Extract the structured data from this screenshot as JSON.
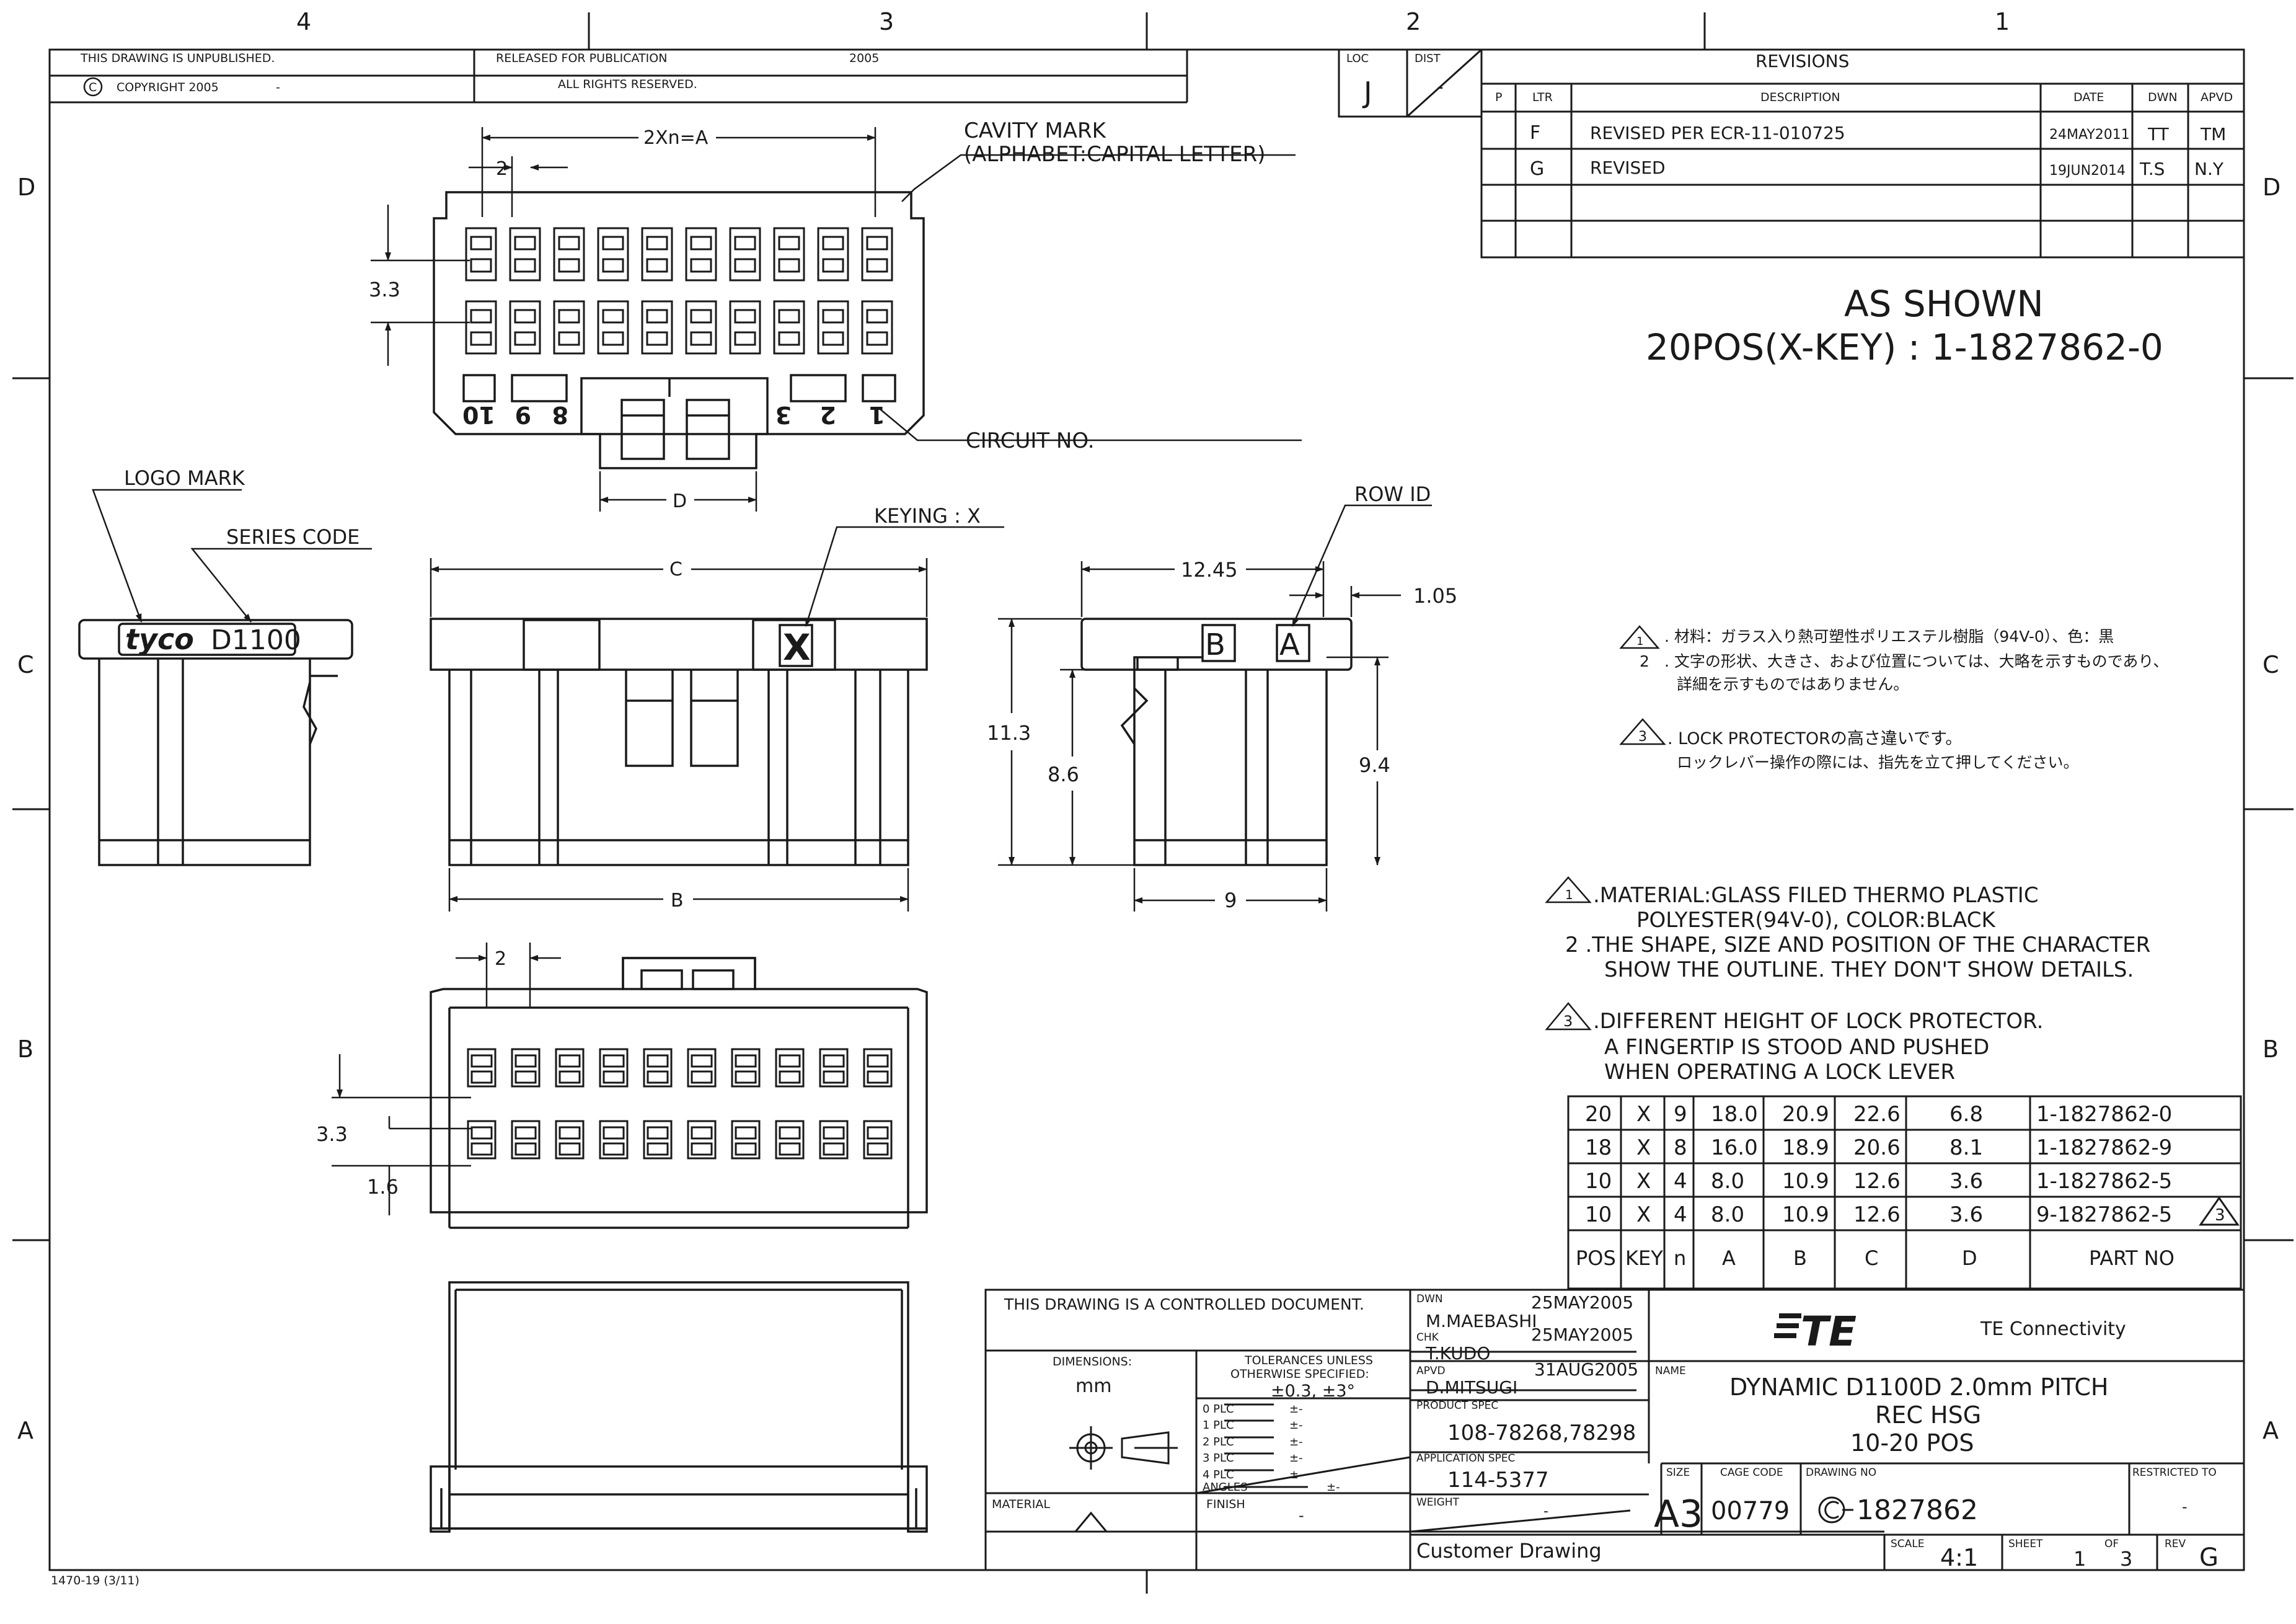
{
  "zones": {
    "columns": [
      "4",
      "3",
      "2",
      "1"
    ],
    "rows": [
      "D",
      "C",
      "B",
      "A"
    ]
  },
  "header": {
    "unpublished": "THIS DRAWING IS UNPUBLISHED.",
    "released": "RELEASED FOR PUBLICATION",
    "year": "2005",
    "copyright_symbol": "C",
    "copyright": "COPYRIGHT 2005",
    "copyright_dash": "-",
    "rights": "ALL RIGHTS RESERVED."
  },
  "loc_dist": {
    "loc_label": "LOC",
    "loc_value": "J",
    "dist_label": "DIST",
    "dist_value": "-"
  },
  "revisions": {
    "title": "REVISIONS",
    "headers": [
      "P",
      "LTR",
      "DESCRIPTION",
      "DATE",
      "DWN",
      "APVD"
    ],
    "rows": [
      {
        "ltr": "F",
        "desc": "REVISED PER ECR-11-010725",
        "date": "24MAY2011",
        "dwn": "TT",
        "apvd": "TM"
      },
      {
        "ltr": "G",
        "desc": "REVISED",
        "date": "19JUN2014",
        "dwn": "T.S",
        "apvd": "N.Y"
      }
    ]
  },
  "as_shown": {
    "line1": "AS SHOWN",
    "line2": "20POS(X-KEY) : 1-1827862-0"
  },
  "labels": {
    "dim_2xn": "2Xn=A",
    "dim_2": "2",
    "dim_3_3": "3.3",
    "cavity_mark_1": "CAVITY MARK",
    "cavity_mark_2": "(ALPHABET:CAPITAL LETTER)",
    "circuit_no": "CIRCUIT NO.",
    "dim_d": "D",
    "logo_mark": "LOGO MARK",
    "series_code": "SERIES CODE",
    "brand_tyco": "tyco",
    "brand_series": "D1100",
    "keying": "KEYING : X",
    "key_letter": "X",
    "dim_c": "C",
    "dim_b": "B",
    "dim_11_3": "11.3",
    "dim_8_6": "8.6",
    "row_id": "ROW ID",
    "dim_12_45": "12.45",
    "dim_1_05": "1.05",
    "dim_9_4": "9.4",
    "dim_9": "9",
    "row_b": "B",
    "row_a": "A",
    "dim_1_6": "1.6",
    "circuit_numbers_left": [
      "10",
      "9",
      "8"
    ],
    "circuit_numbers_right": [
      "3",
      "2",
      "1"
    ]
  },
  "notes_jp": {
    "n1": ". 材料：ガラス入り熱可塑性ポリエステル樹脂（94V-0）、色：黒",
    "n2_num": "2",
    "n2a": ". 文字の形状、大きさ、および位置については、大略を示すものであり、",
    "n2b": "詳細を示すものではありません。",
    "n3a": ". LOCK PROTECTORの高さ違いです。",
    "n3b": "ロックレバー操作の際には、指先を立て押してください。"
  },
  "notes_en": {
    "n1a": ".MATERIAL:GLASS FILED THERMO PLASTIC",
    "n1b": "POLYESTER(94V-0), COLOR:BLACK",
    "n2a": "2 .THE SHAPE, SIZE AND POSITION OF THE CHARACTER",
    "n2b": "SHOW THE OUTLINE. THEY DON'T SHOW DETAILS.",
    "n3a": ".DIFFERENT HEIGHT OF LOCK PROTECTOR.",
    "n3b": "A FINGERTIP IS STOOD AND PUSHED",
    "n3c": "WHEN OPERATING A LOCK LEVER"
  },
  "note_numbers": [
    "1",
    "3"
  ],
  "part_table": {
    "rows": [
      [
        "20",
        "X",
        "9",
        "18.0",
        "20.9",
        "22.6",
        "6.8",
        "1-1827862-0"
      ],
      [
        "18",
        "X",
        "8",
        "16.0",
        "18.9",
        "20.6",
        "8.1",
        "1-1827862-9"
      ],
      [
        "10",
        "X",
        "4",
        "8.0",
        "10.9",
        "12.6",
        "3.6",
        "1-1827862-5"
      ],
      [
        "10",
        "X",
        "4",
        "8.0",
        "10.9",
        "12.6",
        "3.6",
        "9-1827862-5"
      ]
    ],
    "headers": [
      "POS",
      "KEY",
      "n",
      "A",
      "B",
      "C",
      "D",
      "PART NO"
    ],
    "flag_number": "3"
  },
  "title_block": {
    "controlled": "THIS DRAWING IS A CONTROLLED DOCUMENT.",
    "dimensions_label": "DIMENSIONS:",
    "dimensions_unit": "mm",
    "tolerances_1": "TOLERANCES UNLESS",
    "tolerances_2": "OTHERWISE SPECIFIED:",
    "tolerance_value": "±0.3, ±3°",
    "plc_rows": [
      "0 PLC",
      "1 PLC",
      "2 PLC",
      "3 PLC",
      "4 PLC"
    ],
    "plc_pm": "±-",
    "angles": "ANGLES",
    "angles_pm": "±-",
    "material_label": "MATERIAL",
    "finish_label": "FINISH",
    "finish_value": "-",
    "dwn_label": "DWN",
    "dwn_name": "M.MAEBASHI",
    "dwn_date": "25MAY2005",
    "chk_label": "CHK",
    "chk_name": "T.KUDO",
    "chk_date": "25MAY2005",
    "apvd_label": "APVD",
    "apvd_name": "D.MITSUGI",
    "apvd_date": "31AUG2005",
    "product_spec_label": "PRODUCT SPEC",
    "product_spec": "108-78268,78298",
    "application_spec_label": "APPLICATION SPEC",
    "application_spec": "114-5377",
    "weight_label": "WEIGHT",
    "weight_value": "-",
    "customer_drawing": "Customer Drawing",
    "company_logo": "TE",
    "company": "TE Connectivity",
    "name_label": "NAME",
    "name_1": "DYNAMIC D1100D 2.0mm PITCH",
    "name_2": "REC HSG",
    "name_3": "10-20 POS",
    "size_label": "SIZE",
    "size": "A3",
    "cage_label": "CAGE CODE",
    "cage": "00779",
    "drawing_no_label": "DRAWING NO",
    "drawing_no": "1827862",
    "restricted_label": "RESTRICTED TO",
    "restricted": "-",
    "scale_label": "SCALE",
    "scale": "4:1",
    "sheet_label": "SHEET",
    "sheet": "1",
    "of_label": "OF",
    "sheet_total": "3",
    "rev_label": "REV",
    "rev": "G"
  },
  "form_no": "1470-19 (3/11)"
}
